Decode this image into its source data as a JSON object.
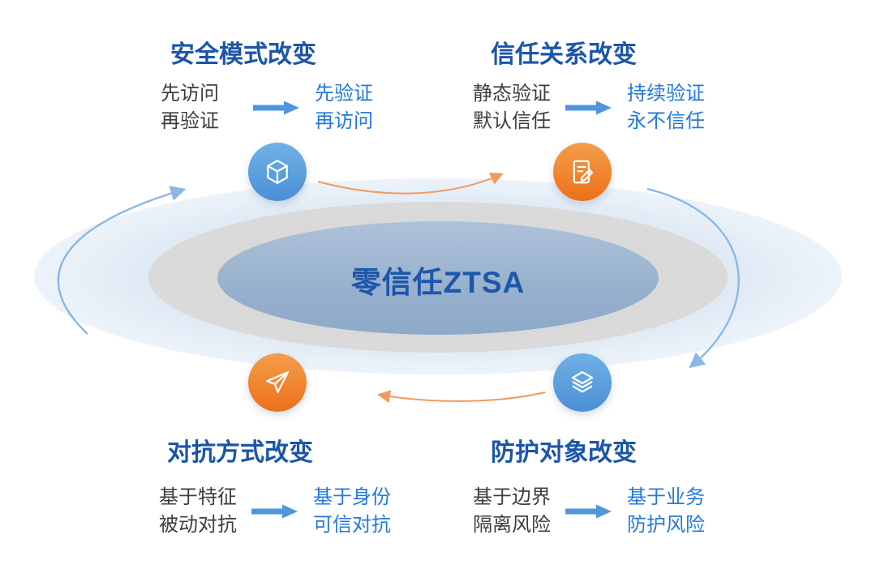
{
  "diagram": {
    "center_label": "零信任ZTSA"
  },
  "quadrants": {
    "top_left": {
      "title": "安全模式改变",
      "before": [
        "先访问",
        "再验证"
      ],
      "after": [
        "先验证",
        "再访问"
      ],
      "icon": "cube-icon",
      "badge_color": "blue"
    },
    "top_right": {
      "title": "信任关系改变",
      "before": [
        "静态验证",
        "默认信任"
      ],
      "after": [
        "持续验证",
        "永不信任"
      ],
      "icon": "document-edit-icon",
      "badge_color": "orange"
    },
    "bottom_left": {
      "title": "对抗方式改变",
      "before": [
        "基于特征",
        "被动对抗"
      ],
      "after": [
        "基于身份",
        "可信对抗"
      ],
      "icon": "paper-plane-icon",
      "badge_color": "orange"
    },
    "bottom_right": {
      "title": "防护对象改变",
      "before": [
        "基于边界",
        "隔离风险"
      ],
      "after": [
        "基于业务",
        "防护风险"
      ],
      "icon": "layers-icon",
      "badge_color": "blue"
    }
  },
  "colors": {
    "title_blue": "#1b55a8",
    "before_text": "#3d3d3d",
    "after_text": "#2478dc",
    "block_arrow_blue": "#4f96dc",
    "arc_blue": "#8ab8e4",
    "arc_orange": "#f2995c",
    "badge_blue": "#57a0de",
    "badge_orange": "#f0821f",
    "inner_ellipse": "#97b0cd",
    "middle_ellipse": "#d8d8d8",
    "outer_ellipse": "#dfe9f4"
  }
}
